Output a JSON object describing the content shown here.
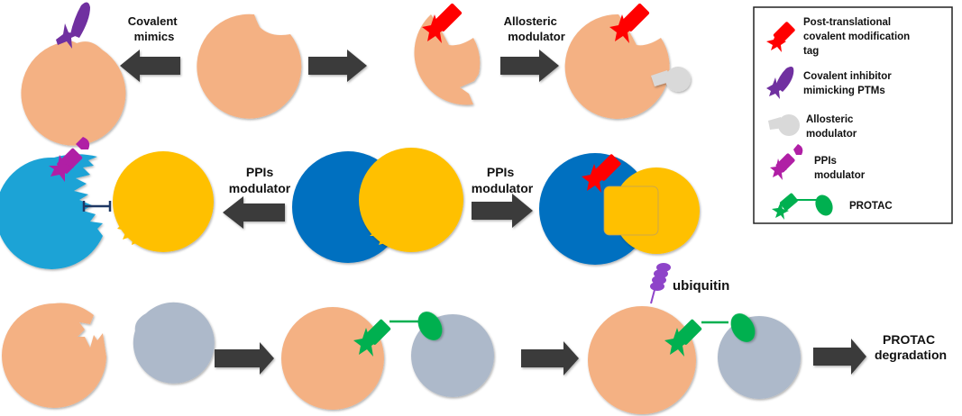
{
  "colors": {
    "protein_peach": "#F4B183",
    "protein_gray_blue": "#ADB9CA",
    "protein_light_blue": "#1AA3D6",
    "protein_dark_blue": "#0070C0",
    "partner_yellow": "#FFC000",
    "ptm_red": "#FF0000",
    "covalent_purple": "#7030A0",
    "allosteric_gray": "#D9D9D9",
    "ppi_magenta": "#B01FA5",
    "protac_green": "#00B050",
    "ubiquitin_purple": "#8E44C9",
    "arrow_dark": "#3A3A3A",
    "inhibit_bar": "#1F3864"
  },
  "row1": {
    "label_left": [
      "Covalent",
      "mimics"
    ],
    "label_right": [
      "Allosteric",
      "modulator"
    ]
  },
  "row2": {
    "label_left": [
      "PPIs",
      "modulator"
    ],
    "label_right": [
      "PPIs",
      "modulator"
    ]
  },
  "row3": {
    "ubiquitin_label": "ubiquitin",
    "outcome_label": [
      "PROTAC",
      "degradation"
    ]
  },
  "legend": {
    "items": [
      {
        "icon": "ptm-tag-icon",
        "lines": [
          "Post-translational",
          "covalent modification",
          "tag"
        ]
      },
      {
        "icon": "covalent-inhibitor-icon",
        "lines": [
          "Covalent  inhibitor",
          "mimicking PTMs"
        ]
      },
      {
        "icon": "allosteric-modulator-icon",
        "lines": [
          "Allosteric",
          "modulator"
        ]
      },
      {
        "icon": "ppi-modulator-icon",
        "lines": [
          "PPIs",
          "modulator"
        ]
      },
      {
        "icon": "protac-icon",
        "lines": [
          "PROTAC"
        ]
      }
    ]
  }
}
